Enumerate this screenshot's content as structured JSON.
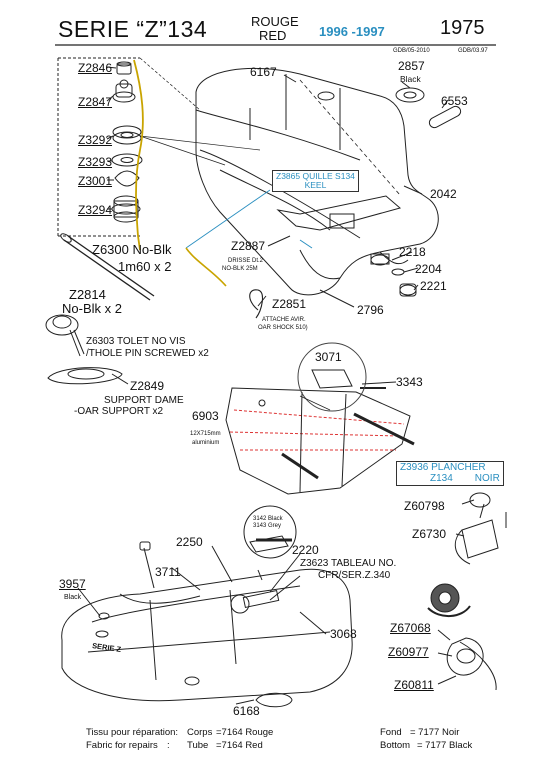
{
  "header": {
    "title": "SERIE “Z”134",
    "color_fr": "ROUGE",
    "color_en": "RED",
    "years": "1996 -1997",
    "code": "1975",
    "ref_left": "GDB/05-2010",
    "ref_right": "GDB/03.97",
    "years_color": "#2a8fc0"
  },
  "parts": {
    "z2846": "Z2846",
    "z2847": "Z2847",
    "z3292": "Z3292",
    "z3293": "Z3293",
    "z3001": "Z3001",
    "z3294": "Z3294",
    "p6167": "6167",
    "p2857": "2857",
    "p2857_color": "Black",
    "p6553": "6553",
    "z3865_line1": "Z3865 QUILLE S134",
    "z3865_line2": "KEEL",
    "p2042": "2042",
    "z6300_line1": "Z6300 No-Blk",
    "z6300_line2": "1m60 x 2",
    "z2887": "Z2887",
    "z2887_note1": "DRISSE Dt.2",
    "z2887_note2": "NO-BLK  25M",
    "p2218": "2218",
    "p2204": "2204",
    "p2221": "2221",
    "z2814": "Z2814",
    "z2814_sub": "No-Blk  x 2",
    "z2851": "Z2851",
    "z2851_note1": "ATTACHE AVIR.",
    "z2851_note2": "OAR SHOCK 510)",
    "p2796": "2796",
    "z6303_line1": "Z6303 TOLET NO  VIS",
    "z6303_line2": "/THOLE PIN SCREWED  x2",
    "p3071": "3071",
    "p3343": "3343",
    "z2849": "Z2849",
    "z2849_line1": "SUPPORT DAME",
    "z2849_line2": "-OAR SUPPORT  x2",
    "p6903": "6903",
    "p6903_note1": "12X715mm",
    "p6903_note2": "aluminium",
    "z3936_line1": "Z3936 PLANCHER",
    "z3936_line2a": "Z134",
    "z3936_line2b": "NOIR",
    "z60798": "Z60798",
    "z6730": "Z6730",
    "p3142_line1": "3142 Black",
    "p3142_line2": "3143 Grey",
    "p2250": "2250",
    "p2220": "2220",
    "p3711": "3711",
    "z3623_line1": "Z3623 TABLEAU NO.",
    "z3623_line2": "CFR/SER.Z.340",
    "p3957": "3957",
    "p3957_color": "Black",
    "p3068": "3068",
    "z67068": "Z67068",
    "z60977": "Z60977",
    "z60811": "Z60811",
    "p6168": "6168",
    "boat_label": "SERIE Z",
    "highlight_color": "#2a8fc0",
    "cordage_color": "#c9a400"
  },
  "footer": {
    "left_line1_a": "Tissu pour réparation:",
    "left_line1_b": "Corps",
    "left_line1_c": "=7164 Rouge",
    "left_line2_a": "Fabric for repairs",
    "left_line2_colon": ":",
    "left_line2_b": "Tube",
    "left_line2_c": "=7164 Red",
    "right_line1_a": "Fond",
    "right_line1_b": "= 7177 Noir",
    "right_line2_a": "Bottom",
    "right_line2_b": "= 7177 Black"
  }
}
